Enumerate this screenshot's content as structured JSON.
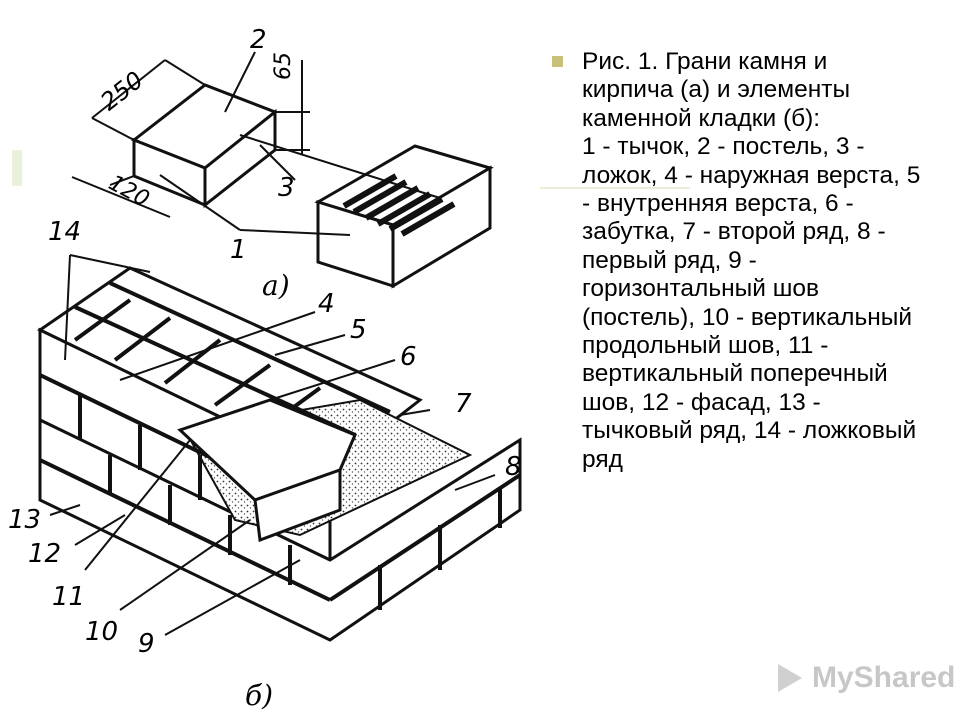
{
  "caption": "Рис. 1. Грани камня и кирпича (а) и элементы каменной кладки (б):\n1 - тычок, 2 - постель, 3 - ложок, 4 - наружная верста, 5 - внутренняя верста, 6 - забутка, 7 - второй ряд, 8 - первый ряд, 9 - горизонтальный шов (постель), 10 - вертикальный продольный шов, 11 - вертикальный поперечный шов, 12 - фасад, 13 - тычковый ряд, 14 - ложковый ряд",
  "figure": {
    "dimensions": {
      "length": "250",
      "width": "120",
      "height": "65"
    },
    "panel_labels": {
      "a": "а)",
      "b": "б)"
    },
    "callouts": [
      "1",
      "2",
      "3",
      "4",
      "5",
      "6",
      "7",
      "8",
      "9",
      "10",
      "11",
      "12",
      "13",
      "14"
    ]
  },
  "watermark": {
    "text": "MyShared",
    "icon": "play-triangle-icon"
  }
}
